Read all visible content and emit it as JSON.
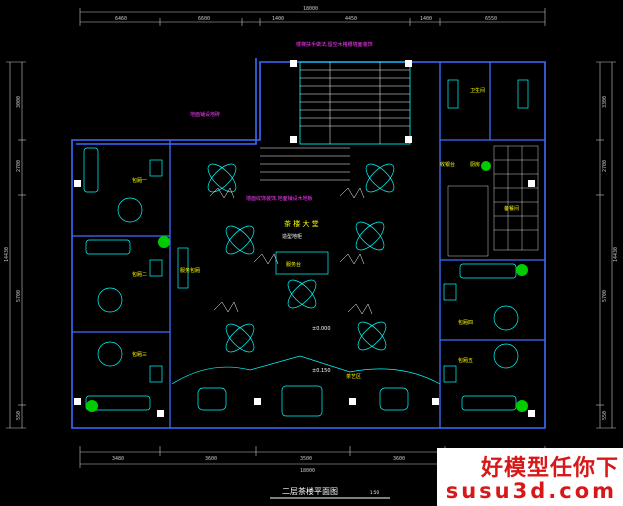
{
  "drawing": {
    "title": "二层茶楼平面图",
    "scale": "1:50",
    "hall_name": "茶 楼 大 堂",
    "top_dims": {
      "total": "18000",
      "segments": [
        "6460",
        "6600",
        "1400",
        "4450",
        "1400",
        "6550"
      ]
    },
    "bottom_dims": {
      "total": "18000",
      "segments": [
        "3480",
        "3600",
        "3500",
        "3600"
      ]
    },
    "left_dims": {
      "total": "14430",
      "segments": [
        "3000",
        "2700",
        "5700",
        "550"
      ]
    },
    "right_dims": {
      "total": "14430",
      "segments": [
        "3300",
        "2700",
        "5700",
        "550"
      ]
    },
    "annotations": [
      {
        "id": "stair-note",
        "text": "楼梯扶手做法,留空木格栅墙面装饰"
      },
      {
        "id": "upper-note",
        "text": "地面铺设地砖"
      },
      {
        "id": "center-note-1",
        "text": "墙面纹饰装饰,地面铺设木地板"
      },
      {
        "id": "center-note-2",
        "text": "造型地柜"
      },
      {
        "id": "center-note-3",
        "text": "服务台"
      },
      {
        "id": "elev-1",
        "text": "±0.000"
      },
      {
        "id": "elev-2",
        "text": "±0.150"
      },
      {
        "id": "cashier",
        "text": "收银台"
      },
      {
        "id": "pantry",
        "text": "厨房"
      },
      {
        "id": "tea-area",
        "text": "茶艺区"
      },
      {
        "id": "wc",
        "text": "卫生间"
      },
      {
        "id": "prep",
        "text": "备餐间"
      },
      {
        "id": "left-side-1",
        "text": "服务包厢"
      }
    ],
    "rooms_left": [
      "包厢一",
      "包厢二",
      "包厢三"
    ],
    "rooms_right": [
      "包厢四",
      "包厢五"
    ],
    "colors": {
      "wall": "#3c6cff",
      "furniture": "#00ffff",
      "label": "#ffff00",
      "note": "#ff3cff",
      "dims": "#c8c8c8",
      "plant": "#00cc00"
    }
  },
  "watermark": {
    "line1": "好模型任你下",
    "line2": "susu3d.com"
  }
}
